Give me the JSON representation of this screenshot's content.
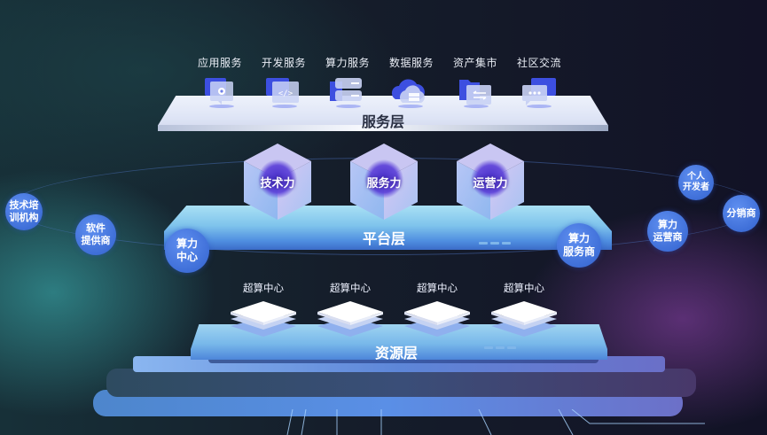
{
  "service_layer": {
    "title": "服务层",
    "items": [
      {
        "label": "应用服务",
        "icon": "monitor-gear-icon"
      },
      {
        "label": "开发服务",
        "icon": "code-window-icon"
      },
      {
        "label": "算力服务",
        "icon": "server-stack-icon"
      },
      {
        "label": "数据服务",
        "icon": "cloud-database-icon"
      },
      {
        "label": "资产集市",
        "icon": "folder-transfer-icon"
      },
      {
        "label": "社区交流",
        "icon": "chat-bubble-icon"
      }
    ]
  },
  "platform_layer": {
    "title": "平台层",
    "capabilities": [
      "技术力",
      "服务力",
      "运营力"
    ]
  },
  "resource_layer": {
    "title": "资源层",
    "centers": [
      "超算中心",
      "超算中心",
      "超算中心",
      "超算中心"
    ]
  },
  "ecosystem": {
    "left": [
      {
        "label": "技术培\n训机构"
      },
      {
        "label": "软件\n提供商"
      },
      {
        "label": "算力\n中心"
      }
    ],
    "right": [
      {
        "label": "算力\n服务商"
      },
      {
        "label": "算力\n运营商"
      },
      {
        "label": "分销商"
      },
      {
        "label": "个人\n开发者"
      }
    ]
  },
  "colors": {
    "accent_blue": "#3f6fd8",
    "cube_core": "#3a1fc4",
    "bg_dark": "#121226",
    "bg_teal": "#173038",
    "bg_purple": "#8a3fb0"
  }
}
